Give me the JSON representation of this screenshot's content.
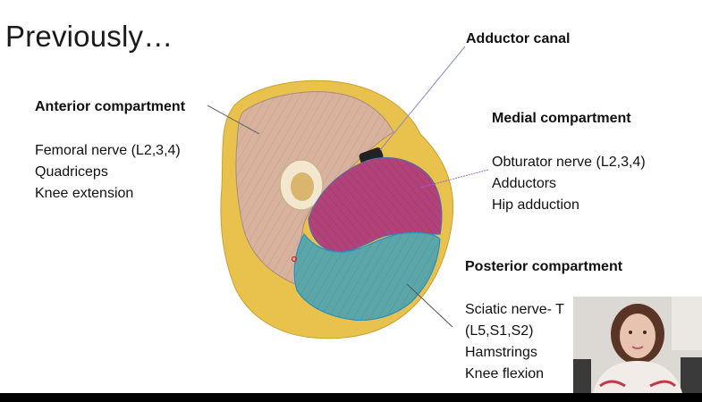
{
  "slide": {
    "title": "Previously…",
    "anterior": {
      "heading": "Anterior compartment",
      "lines": [
        "Femoral nerve (L2,3,4)",
        "Quadriceps",
        "Knee extension"
      ]
    },
    "adductor_canal": {
      "heading": "Adductor canal"
    },
    "medial": {
      "heading": "Medial compartment",
      "lines": [
        "Obturator nerve (L2,3,4)",
        "Adductors",
        "Hip adduction"
      ]
    },
    "posterior": {
      "heading": "Posterior compartment",
      "lines": [
        "Sciatic nerve- T",
        "(L5,S1,S2)",
        "Hamstrings",
        "Knee flexion"
      ]
    }
  },
  "colors": {
    "fat": "#e9c24e",
    "anterior": "#d8b29c",
    "medial": "#b2427a",
    "posterior": "#5aa6a9",
    "bone_cortex": "#f3e7cf",
    "bone_marrow": "#d9b56e"
  },
  "webcam": {
    "icon": "presenter-video"
  }
}
